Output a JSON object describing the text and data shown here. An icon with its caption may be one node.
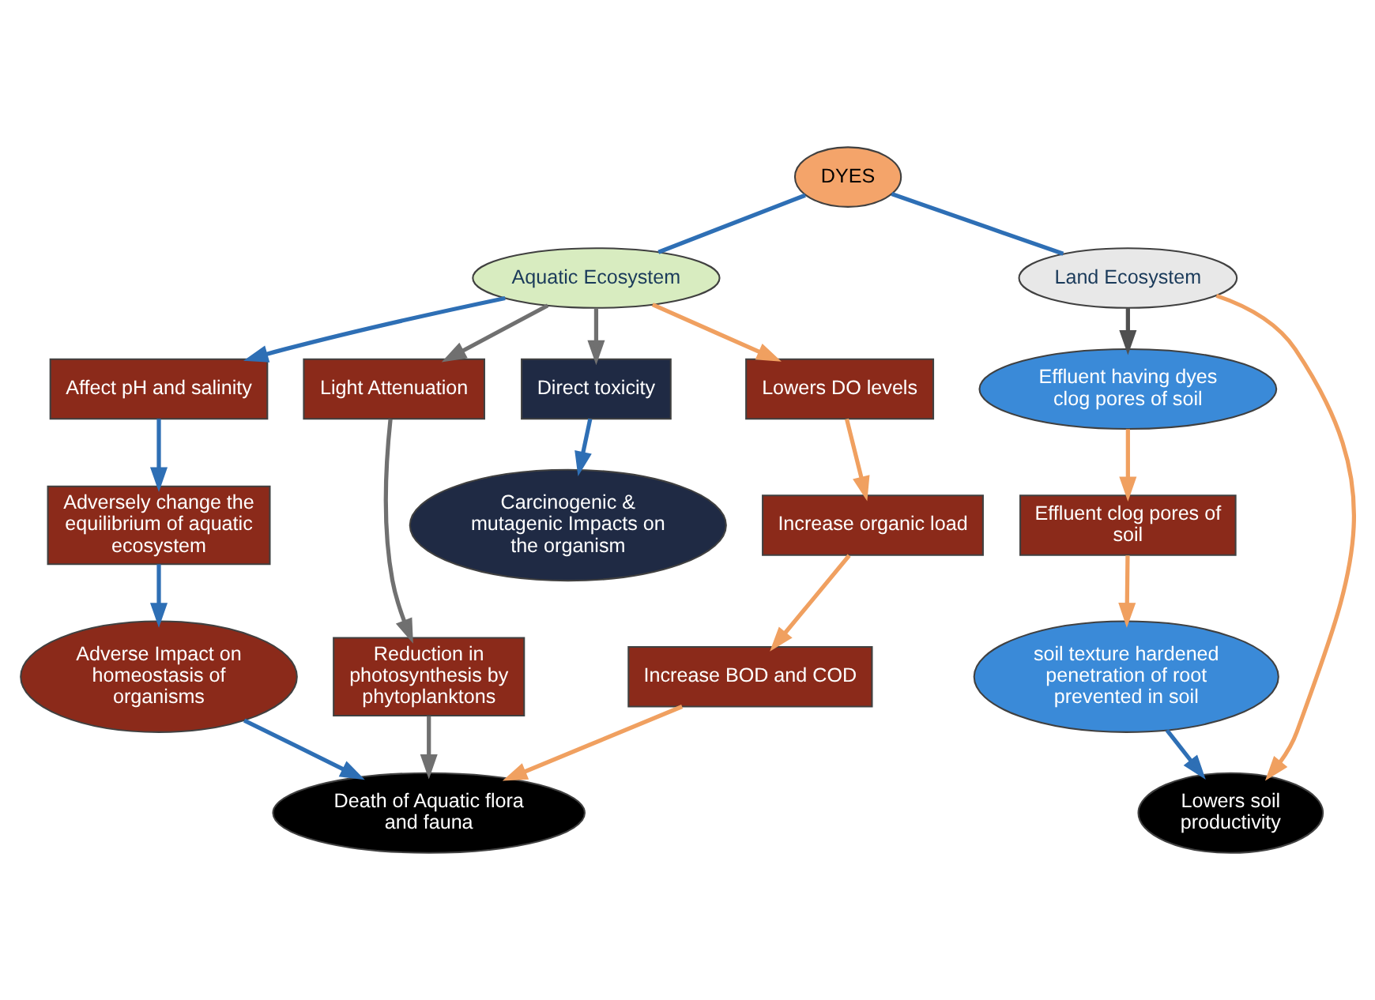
{
  "diagram": {
    "nodes": [
      {
        "text": [
          "DYES"
        ]
      },
      {
        "text": [
          "Aquatic Ecosystem"
        ]
      },
      {
        "text": [
          "Land Ecosystem"
        ]
      },
      {
        "text": [
          "Affect pH and salinity"
        ]
      },
      {
        "text": [
          "Adversely change the equilibrium of aquatic ecosystem"
        ]
      },
      {
        "text": [
          "Adverse Impact on homeostasis of organisms"
        ]
      },
      {
        "text": [
          "Light Attenuation"
        ]
      },
      {
        "text": [
          "Reduction in photosynthesis by phytoplanktons"
        ]
      },
      {
        "text": [
          "Direct toxicity"
        ]
      },
      {
        "text": [
          "Carcinogenic & mutagenic Impacts on the organism"
        ]
      },
      {
        "text": [
          "Lowers DO levels"
        ]
      },
      {
        "text": [
          "Increase organic load"
        ]
      },
      {
        "text": [
          "Increase BOD and COD"
        ]
      },
      {
        "text": [
          "Death of Aquatic flora and fauna"
        ]
      },
      {
        "text": [
          "Effluent having dyes clog pores of soil"
        ]
      },
      {
        "text": [
          "Effluent clog pores of soil"
        ]
      },
      {
        "text": [
          "soil texture hardened penetration of root prevented in soil"
        ]
      },
      {
        "text": [
          "Lowers soil productivity"
        ]
      }
    ],
    "edges": [
      {
        "from": 0,
        "to": 1,
        "arrow": "none"
      },
      {
        "from": 0,
        "to": 2,
        "arrow": "none"
      },
      {
        "from": 1,
        "to": 3,
        "arrow": "to"
      },
      {
        "from": 3,
        "to": 4,
        "arrow": "to"
      },
      {
        "from": 4,
        "to": 5,
        "arrow": "to"
      },
      {
        "from": 5,
        "to": 13,
        "arrow": "to"
      },
      {
        "from": 1,
        "to": 6,
        "arrow": "to",
        "color": "#707070"
      },
      {
        "from": 6,
        "to": 7,
        "arrow": "to",
        "color": "#707070"
      },
      {
        "from": 7,
        "to": 13,
        "arrow": "to",
        "color": "#707070"
      },
      {
        "from": 1,
        "to": 8,
        "arrow": "to",
        "color": "#707070"
      },
      {
        "from": 8,
        "to": 9,
        "arrow": "to"
      },
      {
        "from": 1,
        "to": 10,
        "arrow": "to",
        "color": "#f0a060"
      },
      {
        "from": 10,
        "to": 11,
        "arrow": "to",
        "color": "#f0a060"
      },
      {
        "from": 11,
        "to": 12,
        "arrow": "to",
        "color": "#f0a060"
      },
      {
        "from": 12,
        "to": 13,
        "arrow": "to",
        "color": "#f0a060"
      },
      {
        "from": 2,
        "to": 14,
        "arrow": "to",
        "color": "#505050"
      },
      {
        "from": 14,
        "to": 15,
        "arrow": "to",
        "color": "#f0a060"
      },
      {
        "from": 15,
        "to": 16,
        "arrow": "to",
        "color": "#f0a060"
      },
      {
        "from": 16,
        "to": 17,
        "arrow": "to"
      },
      {
        "from": 2,
        "to": 17,
        "arrow": "to",
        "color": "#f0a060"
      }
    ]
  }
}
